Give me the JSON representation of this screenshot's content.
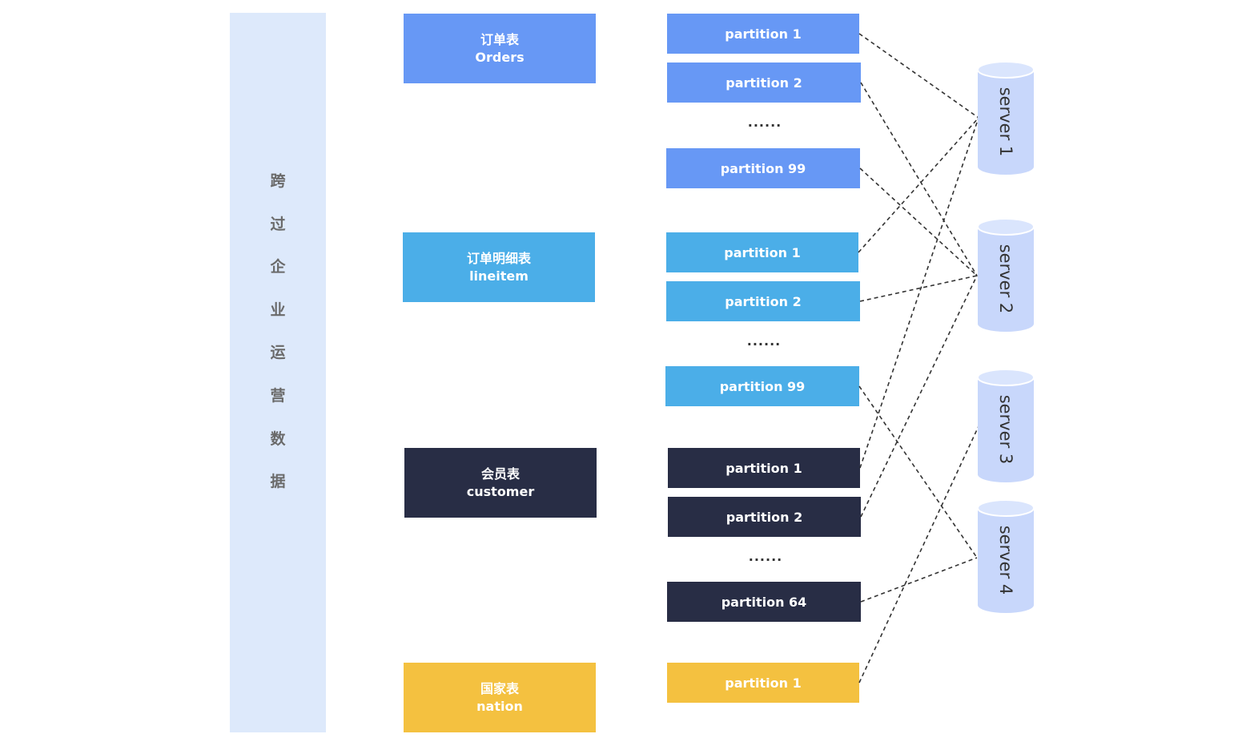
{
  "side_label": [
    "跨",
    "过",
    "企",
    "业",
    "运",
    "营",
    "数",
    "据"
  ],
  "tables": [
    {
      "cn": "订单表",
      "en": "Orders",
      "color": "#6798f5"
    },
    {
      "cn": "订单明细表",
      "en": "lineitem",
      "color": "#4baee8"
    },
    {
      "cn": "会员表",
      "en": "customer",
      "color": "#282d45"
    },
    {
      "cn": "国家表",
      "en": "nation",
      "color": "#f4c140"
    }
  ],
  "partitions": {
    "orders": [
      "partition 1",
      "partition 2",
      "partition 99"
    ],
    "lineitem": [
      "partition 1",
      "partition 2",
      "partition 99"
    ],
    "customer": [
      "partition 1",
      "partition 2",
      "partition 64"
    ],
    "nation": [
      "partition 1"
    ]
  },
  "ellipsis": "......",
  "servers": [
    "server 1",
    "server 2",
    "server 3",
    "server 4"
  ],
  "server_color": "#c8d7fb",
  "connections": [
    {
      "from": "orders.partition 1",
      "to": "server 1"
    },
    {
      "from": "orders.partition 2",
      "to": "server 2"
    },
    {
      "from": "orders.partition 99",
      "to": "server 2"
    },
    {
      "from": "lineitem.partition 1",
      "to": "server 1"
    },
    {
      "from": "lineitem.partition 2",
      "to": "server 2"
    },
    {
      "from": "lineitem.partition 99",
      "to": "server 4"
    },
    {
      "from": "customer.partition 1",
      "to": "server 1"
    },
    {
      "from": "customer.partition 2",
      "to": "server 2"
    },
    {
      "from": "customer.partition 64",
      "to": "server 4"
    },
    {
      "from": "nation.partition 1",
      "to": "server 3"
    }
  ]
}
